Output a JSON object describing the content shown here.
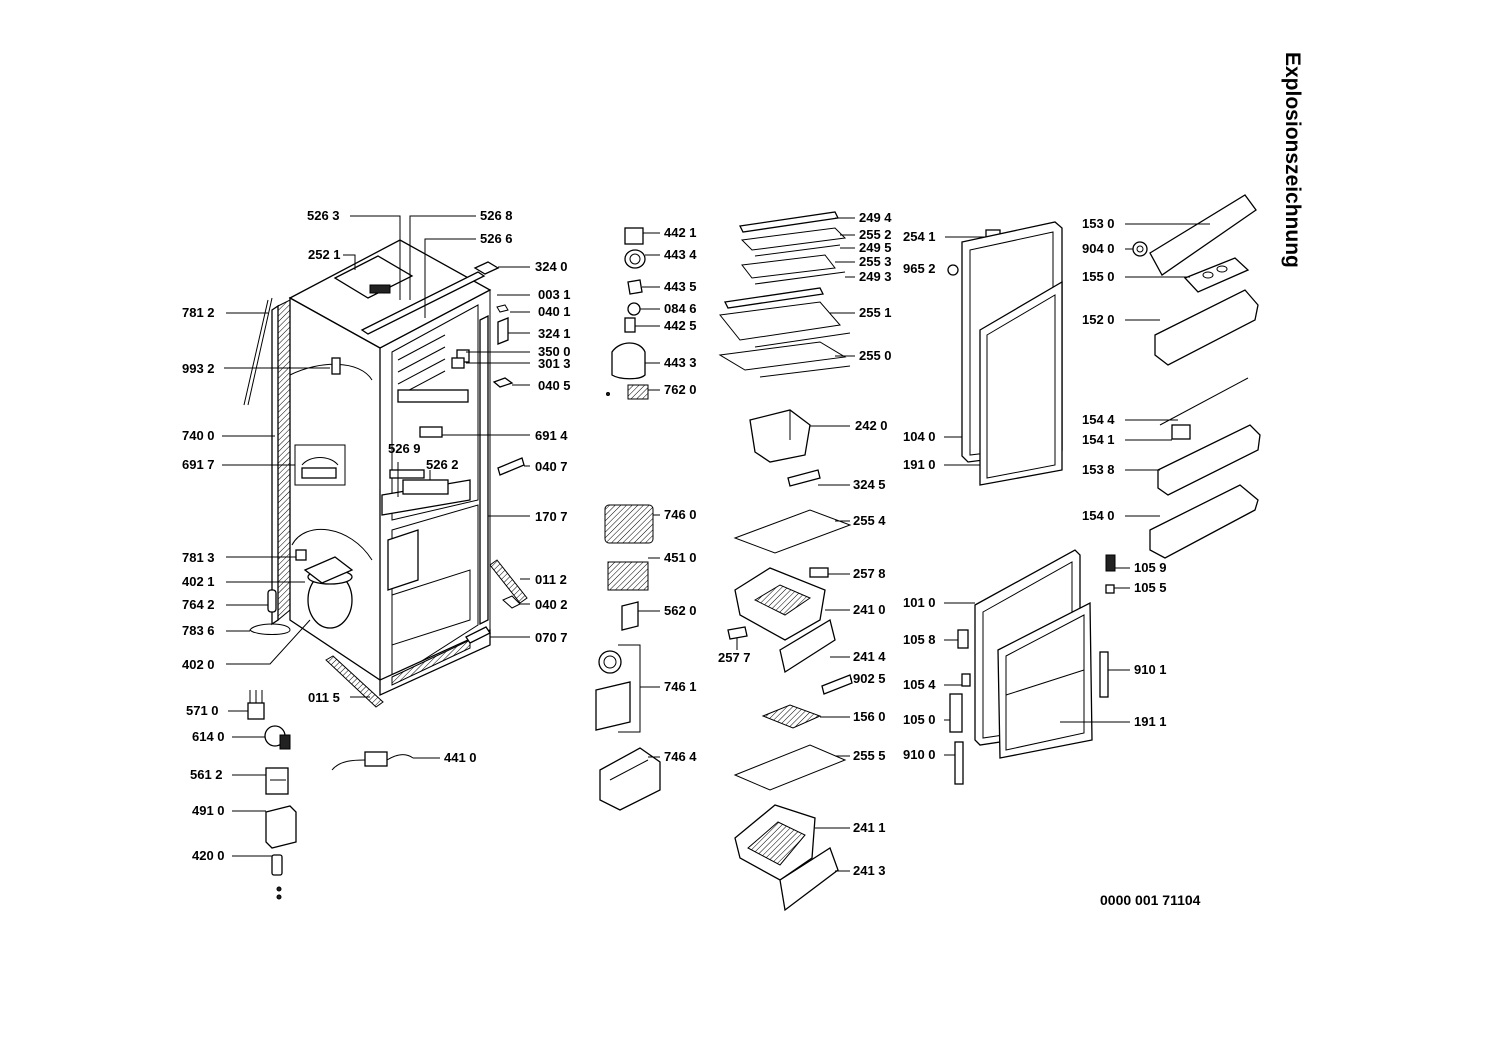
{
  "title": "Explosionszeichnung",
  "document_number": "0000 001 71104",
  "labels": [
    {
      "id": "5263",
      "text": "526 3"
    },
    {
      "id": "5268",
      "text": "526 8"
    },
    {
      "id": "5266",
      "text": "526 6"
    },
    {
      "id": "2521",
      "text": "252 1"
    },
    {
      "id": "3240",
      "text": "324 0"
    },
    {
      "id": "0031",
      "text": "003 1"
    },
    {
      "id": "0401",
      "text": "040 1"
    },
    {
      "id": "3241",
      "text": "324 1"
    },
    {
      "id": "3500",
      "text": "350 0"
    },
    {
      "id": "3013",
      "text": "301 3"
    },
    {
      "id": "0405",
      "text": "040 5"
    },
    {
      "id": "7812",
      "text": "781 2"
    },
    {
      "id": "9932",
      "text": "993 2"
    },
    {
      "id": "7400",
      "text": "740 0"
    },
    {
      "id": "6917",
      "text": "691 7"
    },
    {
      "id": "6914",
      "text": "691 4"
    },
    {
      "id": "5269",
      "text": "526 9"
    },
    {
      "id": "5262",
      "text": "526 2"
    },
    {
      "id": "0407",
      "text": "040 7"
    },
    {
      "id": "1707",
      "text": "170 7"
    },
    {
      "id": "7813",
      "text": "781 3"
    },
    {
      "id": "4021",
      "text": "402 1"
    },
    {
      "id": "7642",
      "text": "764 2"
    },
    {
      "id": "7836",
      "text": "783 6"
    },
    {
      "id": "4020",
      "text": "402 0"
    },
    {
      "id": "0112",
      "text": "011 2"
    },
    {
      "id": "0402",
      "text": "040 2"
    },
    {
      "id": "0707",
      "text": "070 7"
    },
    {
      "id": "0115",
      "text": "011 5"
    },
    {
      "id": "5710",
      "text": "571 0"
    },
    {
      "id": "6140",
      "text": "614 0"
    },
    {
      "id": "5612",
      "text": "561 2"
    },
    {
      "id": "4910",
      "text": "491 0"
    },
    {
      "id": "4200",
      "text": "420 0"
    },
    {
      "id": "4410",
      "text": "441 0"
    },
    {
      "id": "4421",
      "text": "442 1"
    },
    {
      "id": "4434",
      "text": "443 4"
    },
    {
      "id": "4435",
      "text": "443 5"
    },
    {
      "id": "0846",
      "text": "084 6"
    },
    {
      "id": "4425",
      "text": "442 5"
    },
    {
      "id": "4433",
      "text": "443 3"
    },
    {
      "id": "7620",
      "text": "762 0"
    },
    {
      "id": "7460",
      "text": "746 0"
    },
    {
      "id": "4510",
      "text": "451 0"
    },
    {
      "id": "5620",
      "text": "562 0"
    },
    {
      "id": "7461",
      "text": "746 1"
    },
    {
      "id": "7464",
      "text": "746 4"
    },
    {
      "id": "2494",
      "text": "249 4"
    },
    {
      "id": "2552",
      "text": "255 2"
    },
    {
      "id": "2495",
      "text": "249 5"
    },
    {
      "id": "2553",
      "text": "255 3"
    },
    {
      "id": "2493",
      "text": "249 3"
    },
    {
      "id": "2551",
      "text": "255 1"
    },
    {
      "id": "2550",
      "text": "255 0"
    },
    {
      "id": "2420",
      "text": "242 0"
    },
    {
      "id": "3245",
      "text": "324 5"
    },
    {
      "id": "2554",
      "text": "255 4"
    },
    {
      "id": "2578",
      "text": "257 8"
    },
    {
      "id": "2410",
      "text": "241 0"
    },
    {
      "id": "2577",
      "text": "257 7"
    },
    {
      "id": "2414",
      "text": "241 4"
    },
    {
      "id": "9025",
      "text": "902 5"
    },
    {
      "id": "1560",
      "text": "156 0"
    },
    {
      "id": "2555",
      "text": "255 5"
    },
    {
      "id": "2411",
      "text": "241 1"
    },
    {
      "id": "2413",
      "text": "241 3"
    },
    {
      "id": "2541",
      "text": "254 1"
    },
    {
      "id": "9652",
      "text": "965 2"
    },
    {
      "id": "1040",
      "text": "104 0"
    },
    {
      "id": "1910",
      "text": "191 0"
    },
    {
      "id": "1530",
      "text": "153 0"
    },
    {
      "id": "9040",
      "text": "904 0"
    },
    {
      "id": "1550",
      "text": "155 0"
    },
    {
      "id": "1520",
      "text": "152 0"
    },
    {
      "id": "1544",
      "text": "154 4"
    },
    {
      "id": "1541",
      "text": "154 1"
    },
    {
      "id": "1538",
      "text": "153 8"
    },
    {
      "id": "1540",
      "text": "154 0"
    },
    {
      "id": "1059",
      "text": "105 9"
    },
    {
      "id": "1055",
      "text": "105 5"
    },
    {
      "id": "1010",
      "text": "101 0"
    },
    {
      "id": "1058",
      "text": "105 8"
    },
    {
      "id": "1054",
      "text": "105 4"
    },
    {
      "id": "1050",
      "text": "105 0"
    },
    {
      "id": "9100",
      "text": "910 0"
    },
    {
      "id": "9101",
      "text": "910 1"
    },
    {
      "id": "1911",
      "text": "191 1"
    }
  ]
}
